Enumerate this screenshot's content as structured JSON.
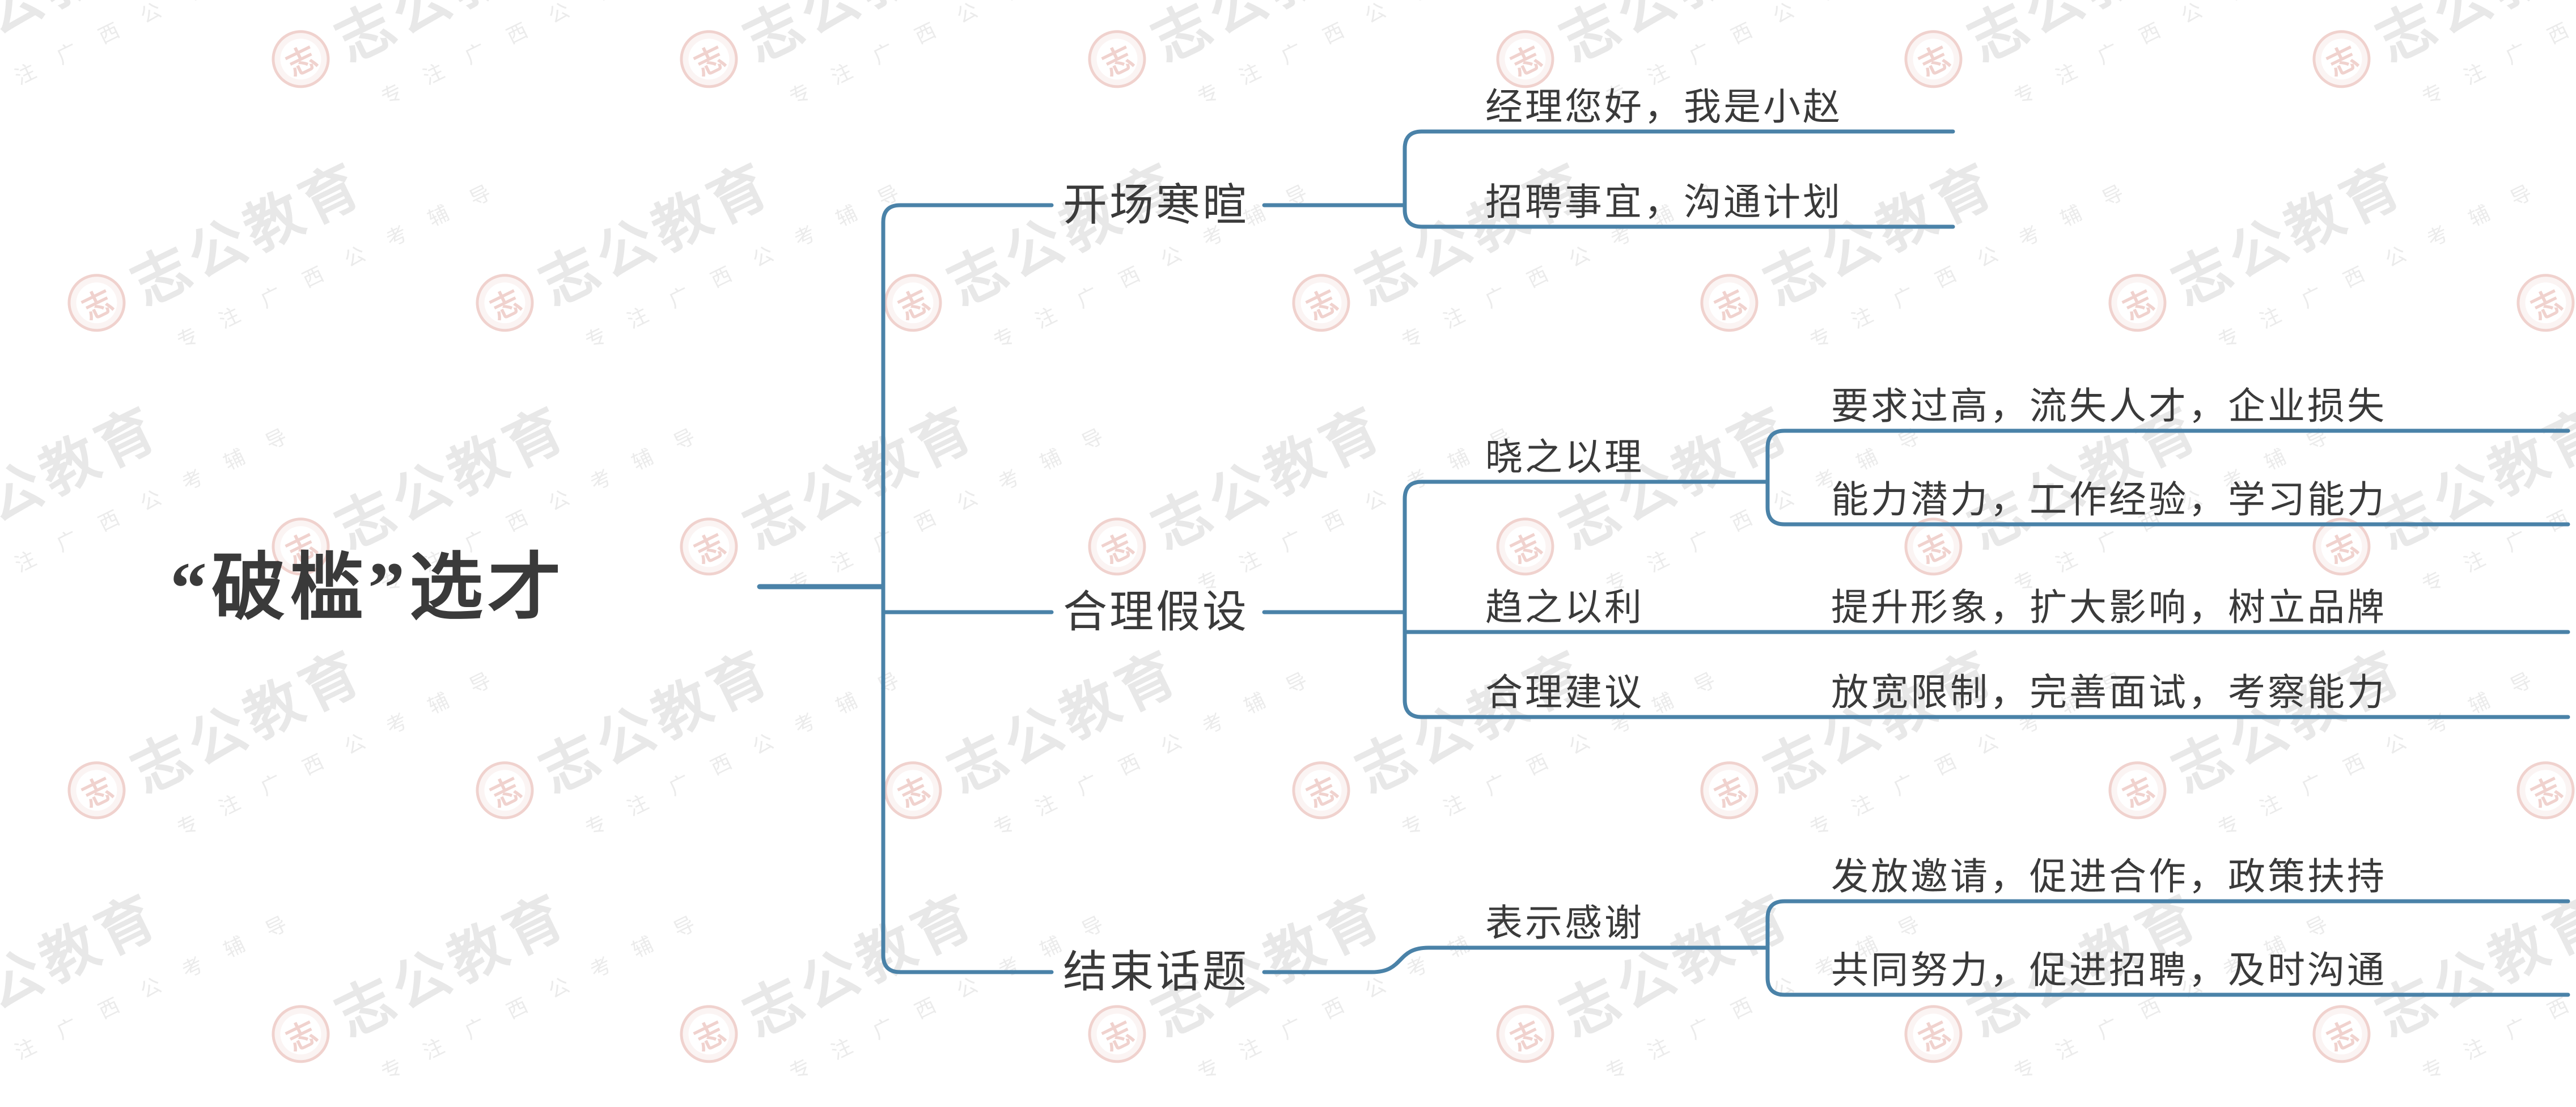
{
  "mindmap": {
    "root": "“破槛”选才",
    "branches": [
      {
        "label": "开场寒暄",
        "children": [
          {
            "label": "经理您好，我是小赵"
          },
          {
            "label": "招聘事宜，沟通计划"
          }
        ]
      },
      {
        "label": "合理假设",
        "children": [
          {
            "label": "晓之以理",
            "children": [
              {
                "label": "要求过高，流失人才，企业损失"
              },
              {
                "label": "能力潜力，工作经验，学习能力"
              }
            ]
          },
          {
            "label": "趋之以利",
            "children": [
              {
                "label": "提升形象，扩大影响，树立品牌"
              }
            ]
          },
          {
            "label": "合理建议",
            "children": [
              {
                "label": "放宽限制，完善面试，考察能力"
              }
            ]
          }
        ]
      },
      {
        "label": "结束话题",
        "children": [
          {
            "label": "表示感谢",
            "children": [
              {
                "label": "发放邀请，促进合作，政策扶持"
              },
              {
                "label": "共同努力，促进招聘，及时沟通"
              }
            ]
          }
        ]
      }
    ]
  },
  "watermark": {
    "brand": "志公教育",
    "logo_char": "志",
    "tagline": "专注广西公考辅导"
  },
  "colors": {
    "line": "#4a82a8",
    "text": "#3a3a3a",
    "watermark_text": "#c3c3c3",
    "watermark_logo": "#d98b81"
  }
}
